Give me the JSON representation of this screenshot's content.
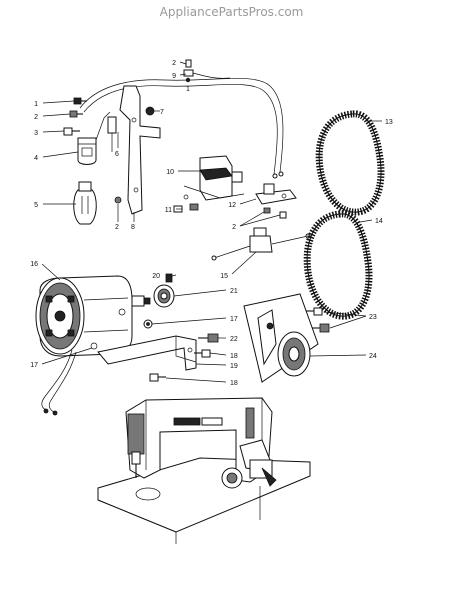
{
  "header": {
    "site": "AppliancePartsPros.com"
  },
  "callouts": {
    "c1a": "1",
    "c1b": "1",
    "c2a": "2",
    "c2b": "2",
    "c2c": "2",
    "c2d": "2",
    "c3": "3",
    "c4": "4",
    "c5": "5",
    "c6": "6",
    "c7": "7",
    "c8": "8",
    "c9": "9",
    "c10": "10",
    "c11": "11",
    "c12": "12",
    "c13": "13",
    "c14": "14",
    "c15": "15",
    "c16": "16",
    "c17a": "17",
    "c17b": "17",
    "c18a": "18",
    "c18b": "18",
    "c19": "19",
    "c20": "20",
    "c21": "21",
    "c22": "22",
    "c23": "23",
    "c24": "24"
  }
}
